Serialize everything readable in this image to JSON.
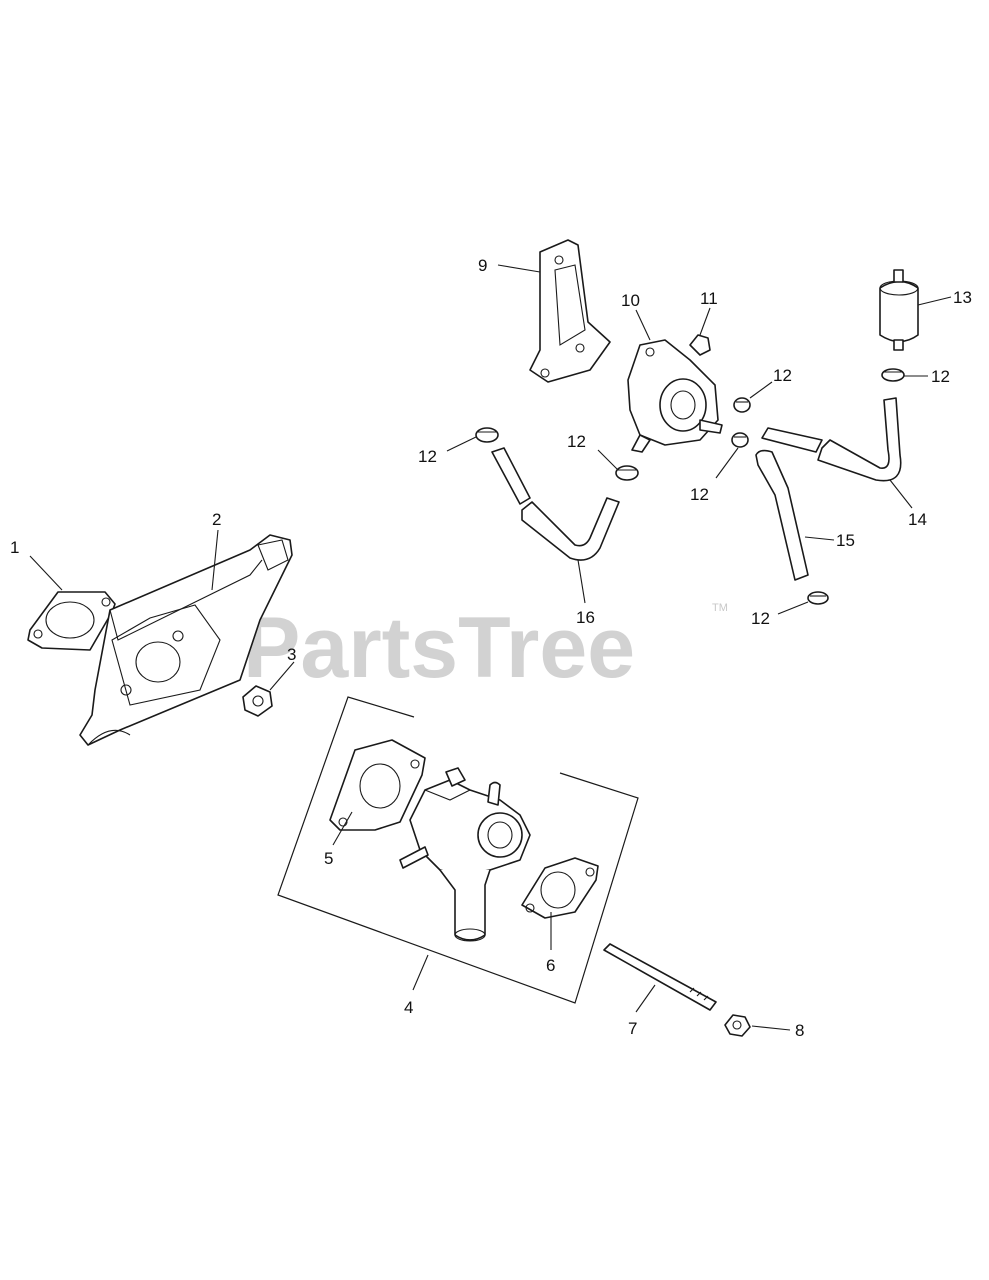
{
  "watermark": {
    "text": "PartsTree",
    "trademark": "TM"
  },
  "callouts": {
    "c1": "1",
    "c2": "2",
    "c3": "3",
    "c4": "4",
    "c5": "5",
    "c6": "6",
    "c7": "7",
    "c8": "8",
    "c9": "9",
    "c10": "10",
    "c11": "11",
    "c12": "12",
    "c13": "13",
    "c14": "14",
    "c15": "15",
    "c16": "16"
  },
  "colors": {
    "line": "#1a1a1a",
    "watermark": "#d2d2d2",
    "background": "#ffffff"
  }
}
